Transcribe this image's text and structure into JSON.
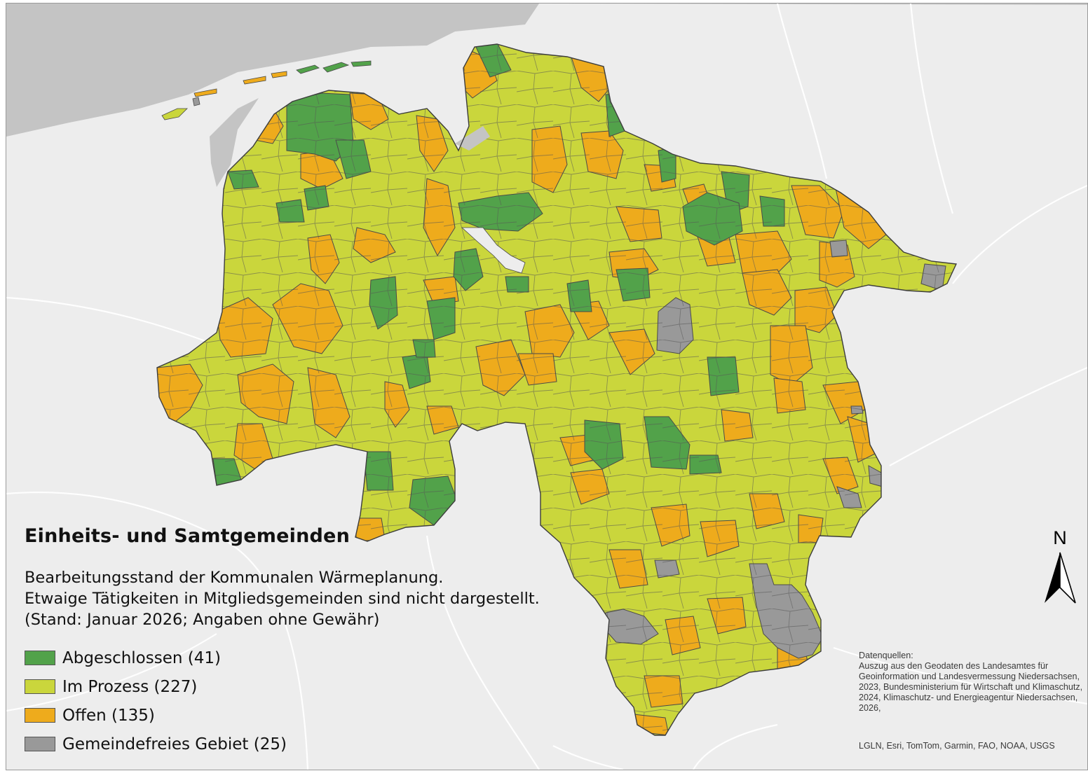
{
  "legend": {
    "title": "Einheits- und Samtgemeinden",
    "subtitle_lines": [
      "Bearbeitungsstand der Kommunalen Wärmeplanung.",
      "Etwaige Tätigkeiten in Mitgliedsgemeinden sind nicht dargestellt.",
      "(Stand: Januar 2026; Angaben ohne Gewähr)"
    ],
    "items": [
      {
        "label": "Abgeschlossen (41)",
        "category": "Abgeschlossen",
        "count": 41,
        "color": "#52a24a"
      },
      {
        "label": "Im Prozess (227)",
        "category": "Im Prozess",
        "count": 227,
        "color": "#cad63c"
      },
      {
        "label": "Offen (135)",
        "category": "Offen",
        "count": 135,
        "color": "#eeab1c"
      },
      {
        "label": "Gemeindefreies Gebiet (25)",
        "category": "Gemeindefreies Gebiet",
        "count": 25,
        "color": "#999999"
      }
    ]
  },
  "sources": {
    "heading": "Datenquellen:",
    "text": "Auszug aus den Geodaten des Landesamtes für Geoinformation und Landesvermessung Niedersachsen, 2023, Bundesministerium für Wirtschaft und Klimaschutz, 2024, Klimaschutz- und Energieagentur Niedersachsen, 2026,"
  },
  "attribution": "LGLN, Esri, TomTom, Garmin, FAO, NOAA, USGS",
  "north_arrow": {
    "label": "N",
    "icon": "north-arrow-icon"
  },
  "colors": {
    "background": "#ededed",
    "sea": "#c4c4c4",
    "roads": "#ffffff",
    "border": "#4a4a4a"
  }
}
